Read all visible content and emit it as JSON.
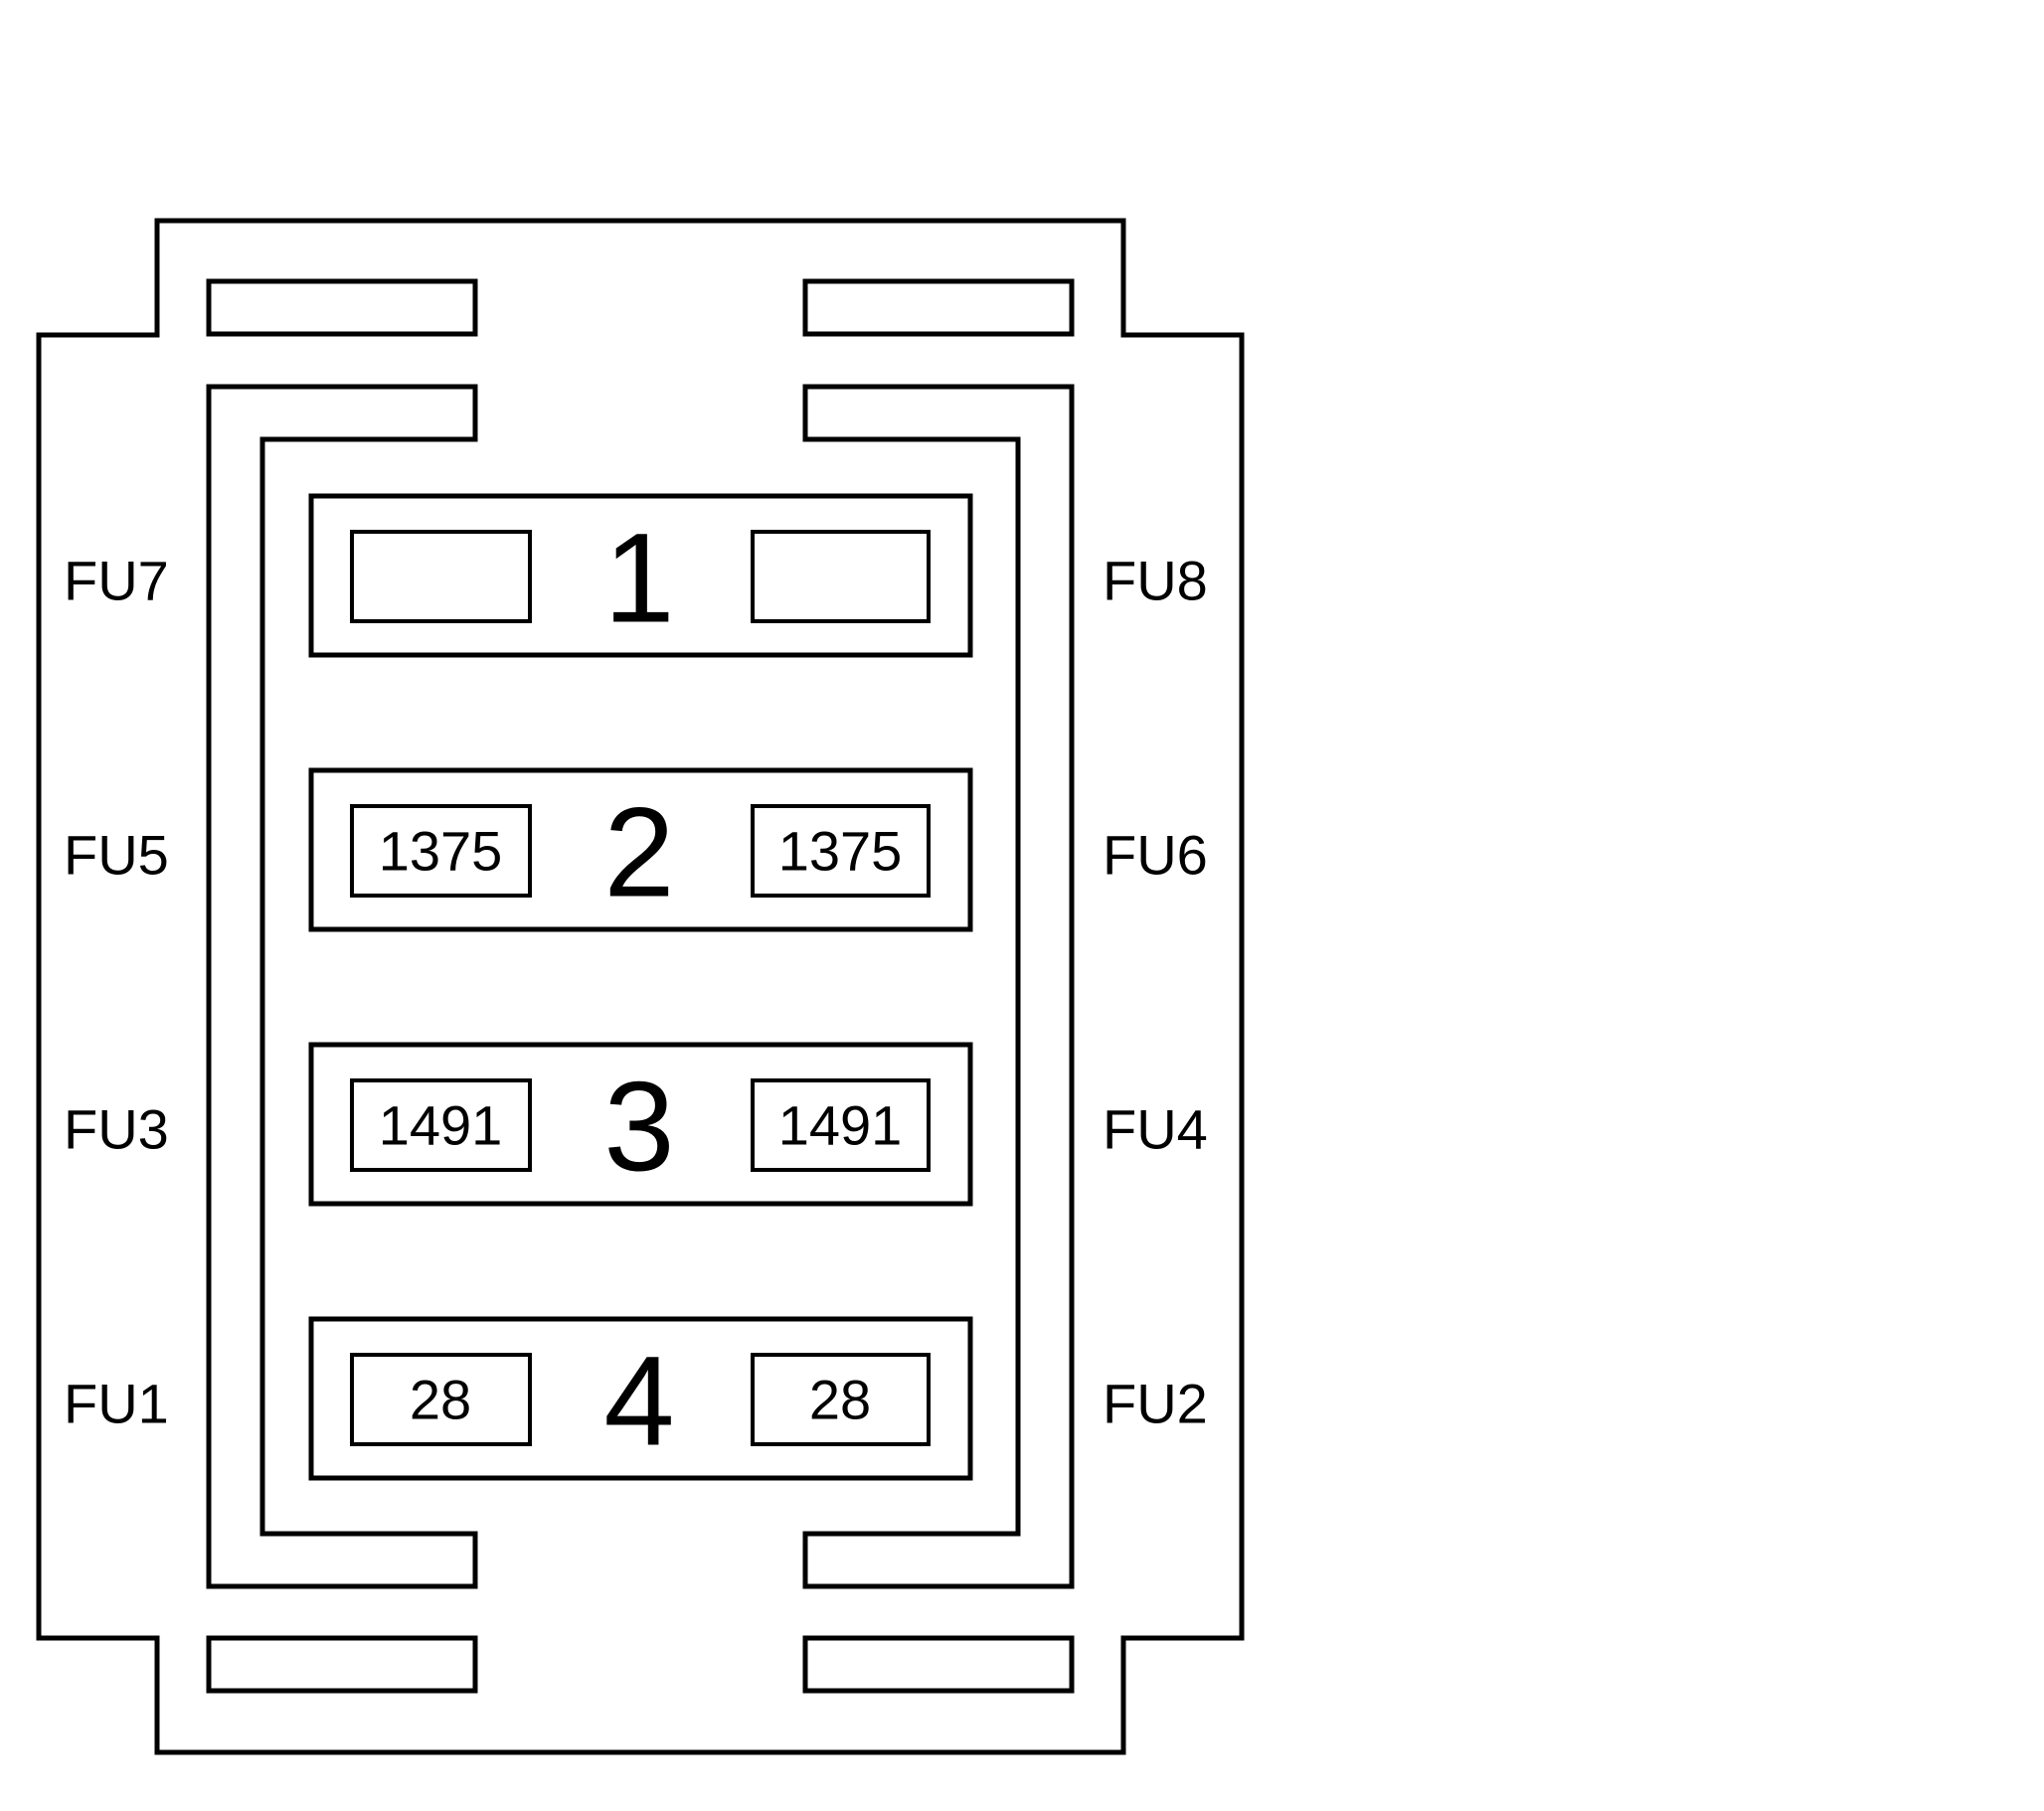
{
  "fuse_labels": {
    "fu1": "FU1",
    "fu2": "FU2",
    "fu3": "FU3",
    "fu4": "FU4",
    "fu5": "FU5",
    "fu6": "FU6",
    "fu7": "FU7",
    "fu8": "FU8"
  },
  "rows": [
    {
      "number": "1",
      "left_value": "",
      "right_value": ""
    },
    {
      "number": "2",
      "left_value": "1375",
      "right_value": "1375"
    },
    {
      "number": "3",
      "left_value": "1491",
      "right_value": "1491"
    },
    {
      "number": "4",
      "left_value": "28",
      "right_value": "28"
    }
  ]
}
